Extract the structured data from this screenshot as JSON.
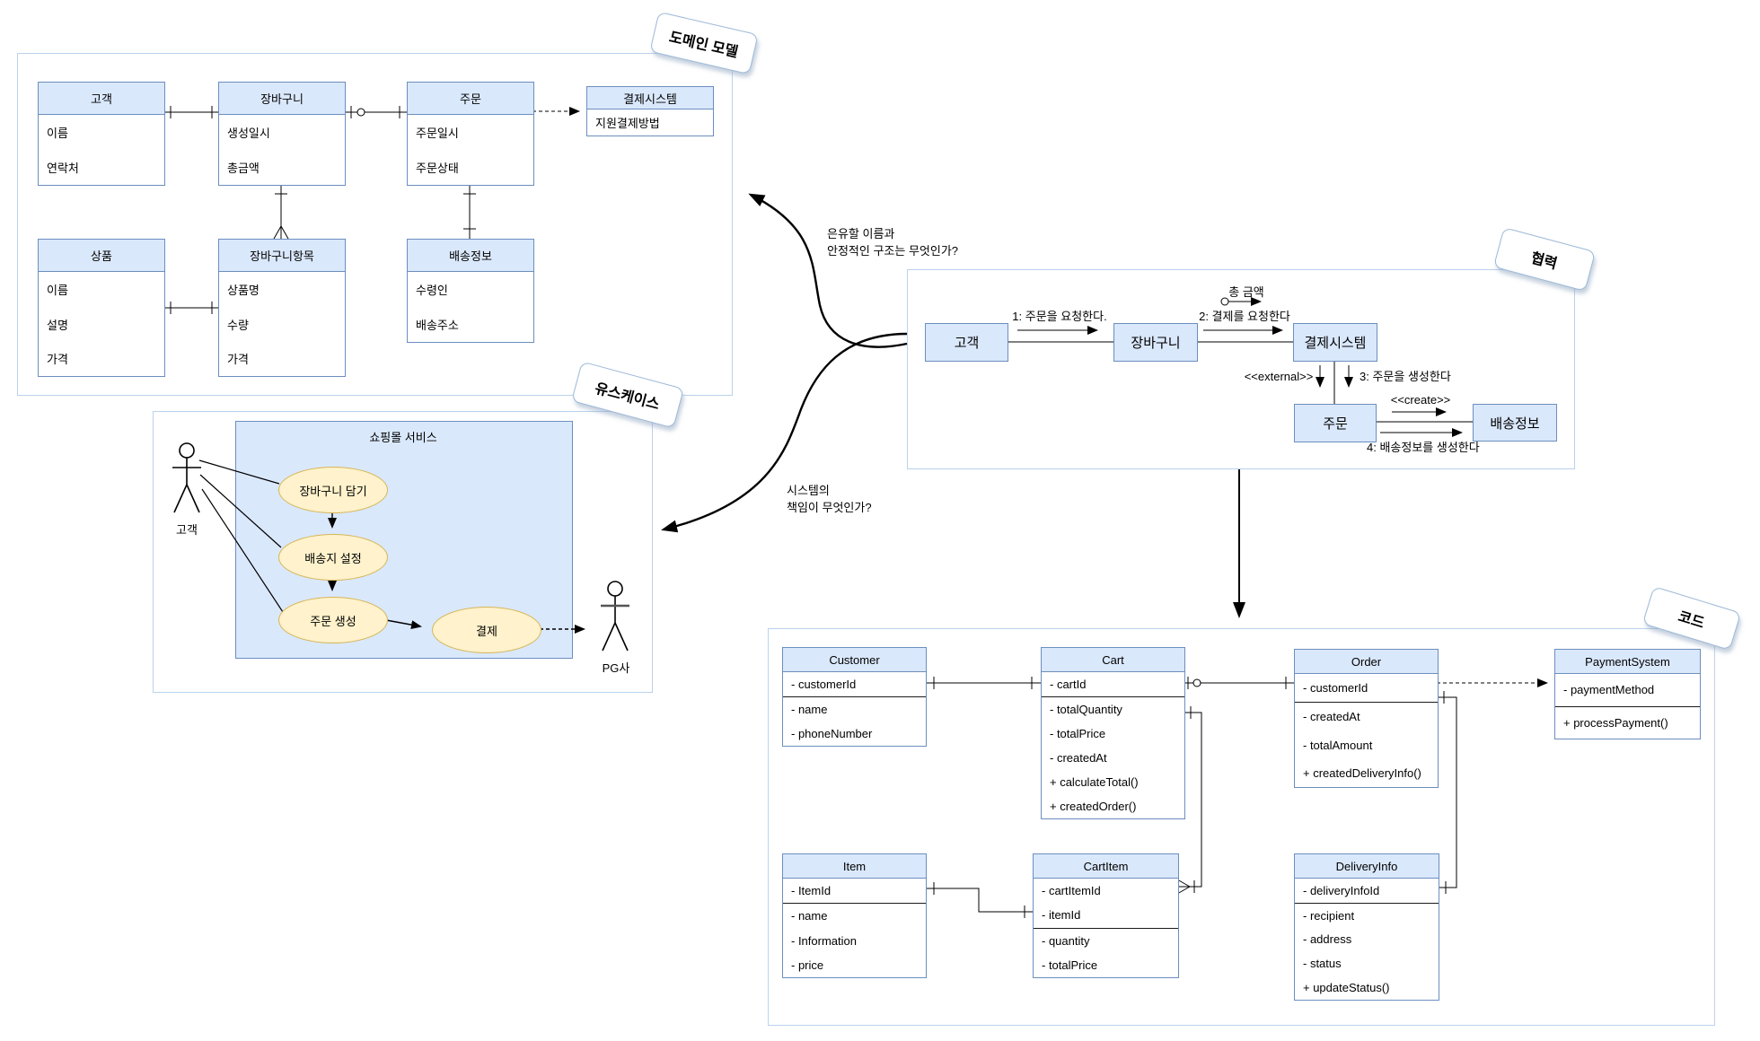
{
  "domain": {
    "label": "도메인 모델",
    "entities": [
      {
        "title": "고객",
        "rows": [
          "이름",
          "연락처"
        ]
      },
      {
        "title": "장바구니",
        "rows": [
          "생성일시",
          "총금액"
        ]
      },
      {
        "title": "주문",
        "rows": [
          "주문일시",
          "주문상태"
        ]
      },
      {
        "title": "결제시스템",
        "rows": [
          "지원결제방법"
        ]
      },
      {
        "title": "상품",
        "rows": [
          "이름",
          "설명",
          "가격"
        ]
      },
      {
        "title": "장바구니항목",
        "rows": [
          "상품명",
          "수량",
          "가격"
        ]
      },
      {
        "title": "배송정보",
        "rows": [
          "수령인",
          "배송주소"
        ]
      }
    ]
  },
  "collaboration": {
    "label": "협력",
    "objects": {
      "customer": "고객",
      "cart": "장바구니",
      "payment": "결제시스템",
      "order": "주문",
      "delivery": "배송정보"
    },
    "messages": {
      "m1": "1: 주문을 요청한다.",
      "m2": "2: 결제를 요청한다",
      "token": "총 금액",
      "external": "<<external>>",
      "m3": "3: 주문을 생성한다",
      "create": "<<create>>",
      "m4": "4: 배송정보를 생성한다"
    }
  },
  "usecase": {
    "label": "유스케이스",
    "system_title": "쇼핑몰 서비스",
    "actor_left": "고객",
    "actor_right": "PG사",
    "cases": {
      "add": "장바구니 담기",
      "delivery": "배송지 설정",
      "order": "주문 생성",
      "pay": "결제"
    }
  },
  "code": {
    "label": "코드",
    "classes": [
      {
        "title": "Customer",
        "keys": [
          "- customerId"
        ],
        "members": [
          "- name",
          "- phoneNumber"
        ]
      },
      {
        "title": "Cart",
        "keys": [
          "- cartId"
        ],
        "members": [
          "- totalQuantity",
          "- totalPrice",
          "- createdAt",
          "+ calculateTotal()",
          "+ createdOrder()"
        ]
      },
      {
        "title": "Order",
        "keys": [
          "- customerId"
        ],
        "members": [
          "- createdAt",
          "- totalAmount",
          "+ createdDeliveryInfo()"
        ]
      },
      {
        "title": "PaymentSystem",
        "keys": [
          "- paymentMethod"
        ],
        "members": [
          "+ processPayment()"
        ]
      },
      {
        "title": "Item",
        "keys": [
          "- ItemId"
        ],
        "members": [
          "- name",
          "- Information",
          "- price"
        ]
      },
      {
        "title": "CartItem",
        "keys": [
          "- cartItemId",
          "- itemId"
        ],
        "members": [
          "- quantity",
          "- totalPrice"
        ]
      },
      {
        "title": "DeliveryInfo",
        "keys": [
          "- deliveryInfoId"
        ],
        "members": [
          "- recipient",
          "- address",
          "- status",
          "+ updateStatus()"
        ]
      }
    ]
  },
  "annotations": {
    "naming": "은유할 이름과\n안정적인 구조는 무엇인가?",
    "responsibility": "시스템의\n책임이 무엇인가?"
  }
}
